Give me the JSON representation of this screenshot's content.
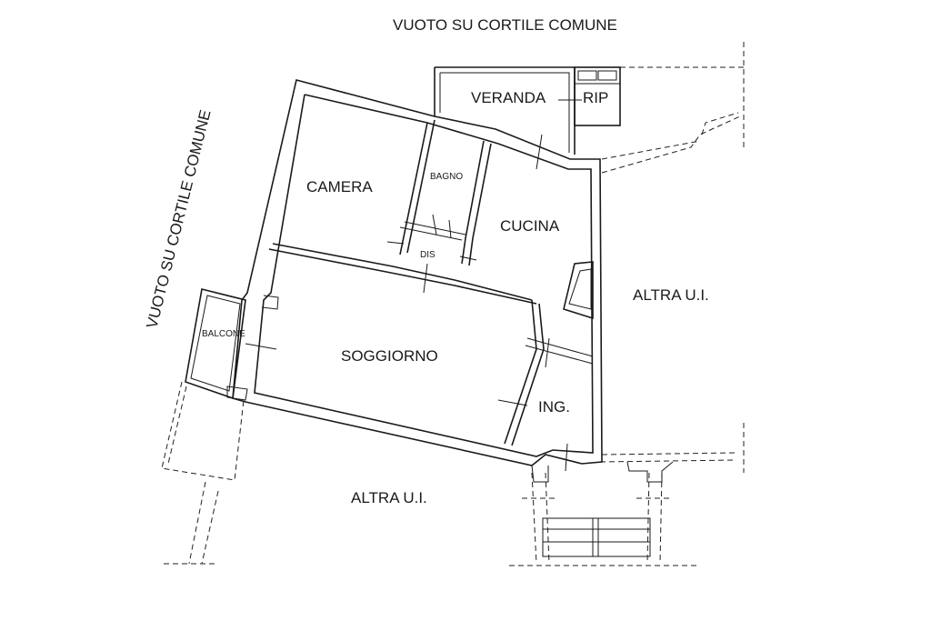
{
  "labels": {
    "top_void": "VUOTO SU CORTILE COMUNE",
    "left_void": "VUOTO SU CORTILE COMUNE",
    "veranda": "VERANDA",
    "rip": "RIP",
    "camera": "CAMERA",
    "bagno": "BAGNO",
    "cucina": "CUCINA",
    "dis": "DIS",
    "balcone": "BALCONE",
    "soggiorno": "SOGGIORNO",
    "ing": "ING.",
    "altra_right": "ALTRA U.I.",
    "altra_bottom": "ALTRA U.I."
  },
  "colors": {
    "line": "#1a1a1a",
    "background": "#ffffff"
  }
}
